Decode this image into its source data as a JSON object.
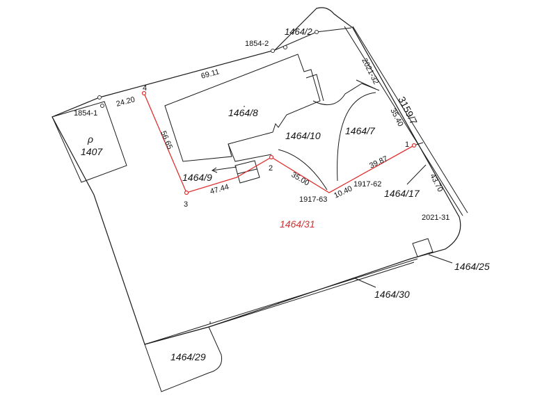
{
  "parcels": {
    "p1407": "1407",
    "p1407_symbol": "ρ",
    "p1464_2": "1464/2",
    "p1464_8": "1464/8",
    "p1464_10": "1464/10",
    "p1464_7": "1464/7",
    "p1464_9": "1464/9",
    "p1464_17": "1464/17",
    "p1464_31": "1464/31",
    "p1464_25": "1464/25",
    "p1464_30": "1464/30",
    "p1464_29": "1464/29",
    "p3159_7": "3159/7",
    "p2021_32": "2021-32",
    "p2021_31": "2021-31"
  },
  "points": {
    "pt1854_1": "1854-1",
    "pt1854_2": "1854-2",
    "pt1917_62": "1917-62",
    "pt1917_63": "1917-63",
    "v1": "1",
    "v2": "2",
    "v3": "3",
    "v4": "4"
  },
  "distances": {
    "d69_11": "69.11",
    "d24_20": "24.20",
    "d56_65": "56.65",
    "d47_44": "47.44",
    "d35_00": "35.00",
    "d10_40": "10.40",
    "d39_87": "39.87",
    "d35_40": "35.40",
    "d43_70": "43.70"
  },
  "colors": {
    "boundary": "#1a1a1a",
    "survey_line": "#e03030",
    "highlight_parcel": "#d03030"
  }
}
